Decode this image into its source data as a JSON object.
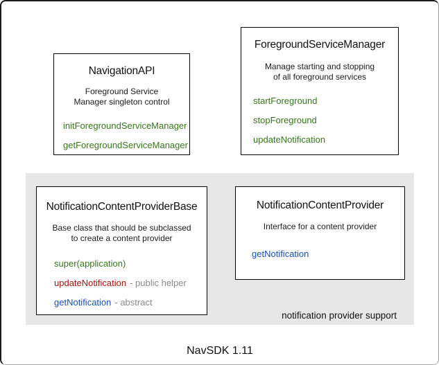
{
  "colors": {
    "green": "#38761d",
    "red": "#aa1212",
    "blue": "#1a52b0",
    "suffix_gray": "#8a8a8a",
    "group_bg": "#e7e7e7"
  },
  "boxes": {
    "navigation_api": {
      "title": "NavigationAPI",
      "description_lines": [
        "Foreground Service",
        "Manager singleton control"
      ],
      "methods": [
        {
          "name": "initForegroundServiceManager",
          "color": "green"
        },
        {
          "name": "getForegroundServiceManager",
          "color": "green"
        }
      ]
    },
    "foreground_service_manager": {
      "title": "ForegroundServiceManager",
      "description_lines": [
        "Manage starting and stopping",
        "of all foreground services"
      ],
      "methods": [
        {
          "name": "startForeground",
          "color": "green"
        },
        {
          "name": "stopForeground",
          "color": "green"
        },
        {
          "name": "updateNotification",
          "color": "green"
        }
      ]
    },
    "notification_content_provider_base": {
      "title": "NotificationContentProviderBase",
      "description_lines": [
        "Base class that should be subclassed",
        "to create a content provider"
      ],
      "methods": [
        {
          "name": "super(application)",
          "color": "green",
          "suffix": ""
        },
        {
          "name": "updateNotification",
          "color": "red",
          "suffix": "- public helper"
        },
        {
          "name": "getNotification",
          "color": "blue",
          "suffix": "- abstract"
        }
      ]
    },
    "notification_content_provider": {
      "title": "NotificationContentProvider",
      "description_lines": [
        "Interface for a content provider"
      ],
      "methods": [
        {
          "name": "getNotification",
          "color": "blue"
        }
      ]
    }
  },
  "group": {
    "label": "notification provider support"
  },
  "footer": {
    "label": "NavSDK 1.11"
  }
}
